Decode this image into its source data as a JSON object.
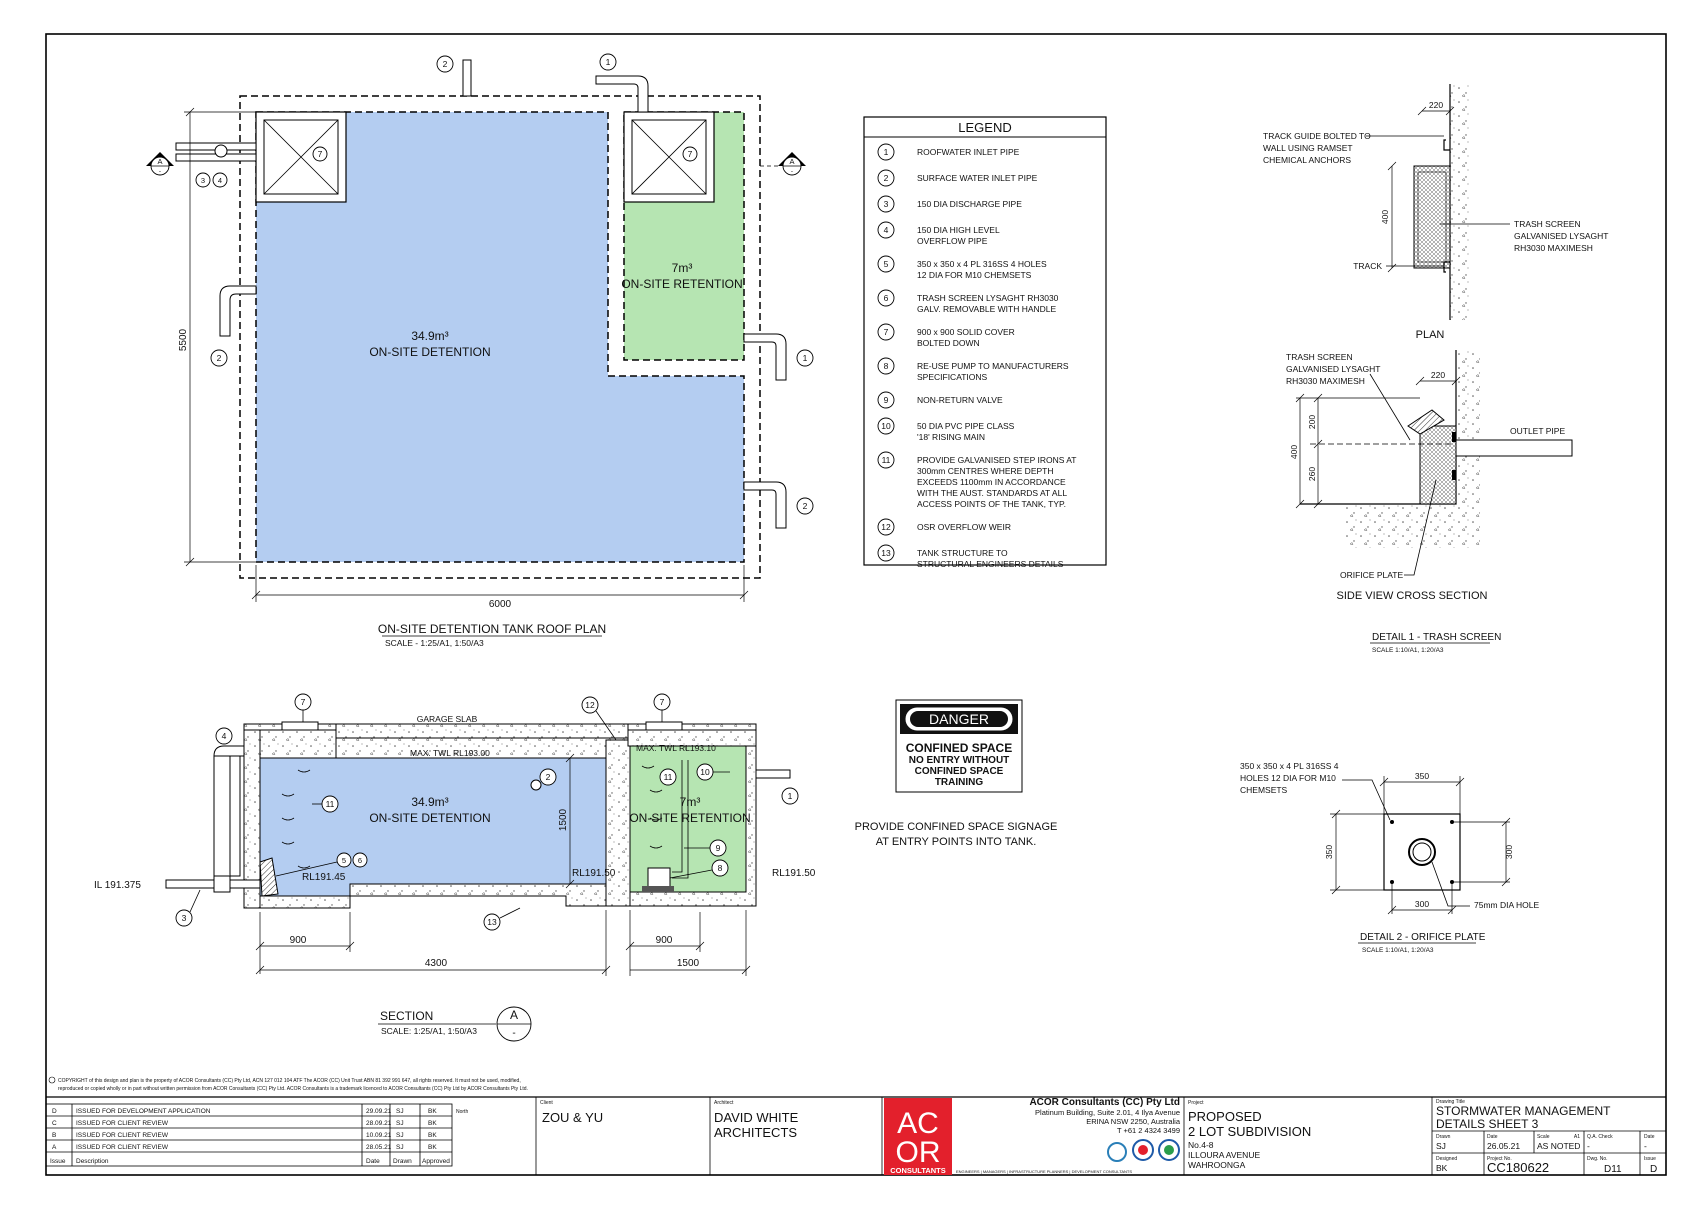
{
  "legend": {
    "title": "LEGEND",
    "items": [
      {
        "n": "1",
        "lines": [
          "ROOFWATER INLET PIPE"
        ]
      },
      {
        "n": "2",
        "lines": [
          "SURFACE WATER INLET PIPE"
        ]
      },
      {
        "n": "3",
        "lines": [
          "150 DIA DISCHARGE PIPE"
        ]
      },
      {
        "n": "4",
        "lines": [
          "150 DIA HIGH LEVEL",
          "OVERFLOW PIPE"
        ]
      },
      {
        "n": "5",
        "lines": [
          "350 x 350 x 4 PL 316SS 4 HOLES",
          "12 DIA FOR M10 CHEMSETS"
        ]
      },
      {
        "n": "6",
        "lines": [
          "TRASH SCREEN LYSAGHT RH3030",
          "GALV. REMOVABLE WITH HANDLE"
        ]
      },
      {
        "n": "7",
        "lines": [
          "900 x 900 SOLID COVER",
          "BOLTED DOWN"
        ]
      },
      {
        "n": "8",
        "lines": [
          "RE-USE PUMP TO MANUFACTURERS",
          "SPECIFICATIONS"
        ]
      },
      {
        "n": "9",
        "lines": [
          "NON-RETURN VALVE"
        ]
      },
      {
        "n": "10",
        "lines": [
          "50 DIA PVC PIPE CLASS",
          "'18' RISING MAIN"
        ]
      },
      {
        "n": "11",
        "lines": [
          "PROVIDE GALVANISED STEP IRONS AT",
          "300mm CENTRES WHERE DEPTH",
          "EXCEEDS 1100mm IN ACCORDANCE",
          "WITH THE AUST. STANDARDS AT ALL",
          "ACCESS POINTS OF THE TANK, TYP."
        ]
      },
      {
        "n": "12",
        "lines": [
          "OSR OVERFLOW WEIR"
        ]
      },
      {
        "n": "13",
        "lines": [
          "TANK STRUCTURE TO",
          "STRUCTURAL ENGINEERS DETAILS"
        ]
      }
    ]
  },
  "plan": {
    "detention_volume": "34.9m³",
    "detention_label": "ON-SITE DETENTION",
    "retention_volume": "7m³",
    "retention_label": "ON-SITE RETENTION",
    "dim_width": "6000",
    "dim_height": "5500",
    "section_marker": "A",
    "section_marker_sub": "-",
    "title": "ON-SITE DETENTION TANK ROOF PLAN",
    "scale": "SCALE - 1:25/A1, 1:50/A3"
  },
  "section": {
    "garage_slab": "GARAGE SLAB",
    "max_twl_od": "MAX. TWL RL193.00",
    "max_twl_or": "MAX. TWL RL193.10",
    "detention_volume": "34.9m³",
    "detention_label": "ON-SITE DETENTION",
    "retention_volume": "7m³",
    "retention_label": "ON-SITE RETENTION",
    "il": "IL 191.375",
    "rl_floor": "RL191.45",
    "rl_mid": "RL191.50",
    "rl_right": "RL191.50",
    "dim_depth": "1500",
    "dim_900a": "900",
    "dim_4300": "4300",
    "dim_900b": "900",
    "dim_1500": "1500",
    "title": "SECTION",
    "scale": "SCALE: 1:25/A1, 1:50/A3",
    "marker": "A",
    "marker_sub": "-"
  },
  "signage": {
    "danger": "DANGER",
    "confined": "CONFINED SPACE",
    "line1": "NO ENTRY WITHOUT",
    "line2": "CONFINED SPACE",
    "line3": "TRAINING",
    "note1": "PROVIDE CONFINED SPACE SIGNAGE",
    "note2": "AT ENTRY POINTS INTO TANK."
  },
  "detail1": {
    "dim_220_top": "220",
    "track_guide": [
      "TRACK GUIDE BOLTED TO",
      "WALL USING RAMSET",
      "CHEMICAL ANCHORS"
    ],
    "dim_400": "400",
    "trash_screen": [
      "TRASH SCREEN",
      "GALVANISED LYSAGHT",
      "RH3030 MAXIMESH"
    ],
    "track": "TRACK",
    "plan_label": "PLAN",
    "trash_screen2": [
      "TRASH SCREEN",
      "GALVANISED LYSAGHT",
      "RH3030 MAXIMESH"
    ],
    "dim_220b": "220",
    "dim_200": "200",
    "dim_400b": "400",
    "dim_260": "260",
    "outlet_pipe": "OUTLET PIPE",
    "orifice_plate": "ORIFICE PLATE",
    "side_view": "SIDE VIEW CROSS SECTION",
    "title": "DETAIL 1 - TRASH SCREEN",
    "scale": "SCALE 1:10/A1, 1:20/A3"
  },
  "detail2": {
    "note": [
      "350 x 350 x 4 PL 316SS 4",
      "HOLES 12 DIA FOR M10",
      "CHEMSETS"
    ],
    "dim_350_top": "350",
    "dim_350_left": "350",
    "dim_300_right": "300",
    "dim_300_bottom": "300",
    "hole": "75mm DIA HOLE",
    "title": "DETAIL 2 - ORIFICE PLATE",
    "scale": "SCALE 1:10/A1, 1:20/A3"
  },
  "titleblock": {
    "copyright1": "COPYRIGHT of this design and plan is the property of ACOR Consultants (CC) Pty Ltd, ACN 127 012 104 ATF The ACOR (CC) Unit Trust ABN 81 392 991 647, all rights reserved. It must not be used, modified,",
    "copyright2": "reproduced or copied wholly or in part without written permission from ACOR Consultants (CC) Pty Ltd. ACOR Consultants is a trademark licenced to ACOR Consultants (CC) Pty Ltd by ACOR Consultants Pty Ltd.",
    "revisions": [
      {
        "issue": "D",
        "desc": "ISSUED FOR DEVELOPMENT APPLICATION",
        "date": "29.09.21",
        "drawn": "SJ",
        "approved": "BK"
      },
      {
        "issue": "C",
        "desc": "ISSUED FOR CLIENT REVIEW",
        "date": "28.09.21",
        "drawn": "SJ",
        "approved": "BK"
      },
      {
        "issue": "B",
        "desc": "ISSUED FOR CLIENT REVIEW",
        "date": "10.09.21",
        "drawn": "SJ",
        "approved": "BK"
      },
      {
        "issue": "A",
        "desc": "ISSUED FOR CLIENT REVIEW",
        "date": "28.05.21",
        "drawn": "SJ",
        "approved": "BK"
      }
    ],
    "rev_headers": {
      "issue": "Issue",
      "desc": "Description",
      "date": "Date",
      "drawn": "Drawn",
      "approved": "Approved"
    },
    "north": "North",
    "client_label": "Client",
    "client": "ZOU & YU",
    "architect_label": "Architect",
    "architect1": "DAVID WHITE",
    "architect2": "ARCHITECTS",
    "logo_top": "AC",
    "logo_bottom": "OR",
    "logo_name": "CONSULTANTS",
    "logo_tagline": "ENGINEERS | MANAGERS | INFRASTRUCTURE PLANNERS | DEVELOPMENT CONSULTANTS",
    "company": "ACOR Consultants (CC) Pty Ltd",
    "address1": "Platinum Building, Suite 2.01, 4 Ilya Avenue",
    "address2": "ERINA NSW 2250, Australia",
    "phone": "T +61 2 4324 3499",
    "project_label": "Project",
    "project1": "PROPOSED",
    "project2": "2 LOT SUBDIVISION",
    "project3": "No.4-8",
    "project4": "ILLOURA AVENUE",
    "project5": "WAHROONGA",
    "dtitle_label": "Drawing Title",
    "dtitle1": "STORMWATER MANAGEMENT",
    "dtitle2": "DETAILS SHEET 3",
    "drawn_label": "Drawn",
    "drawn": "SJ",
    "date_label": "Date",
    "date": "26.05.21",
    "scale_label": "Scale",
    "scale_size": "A1",
    "scale": "AS NOTED",
    "qa_label": "Q.A. Check",
    "qa": "-",
    "qadate_label": "Date",
    "qadate": "-",
    "designed_label": "Designed",
    "designed": "BK",
    "projno_label": "Project No.",
    "projno": "CC180622",
    "dwgno_label": "Dwg. No.",
    "dwgno": "D11",
    "issue_label": "Issue",
    "issue": "D"
  }
}
